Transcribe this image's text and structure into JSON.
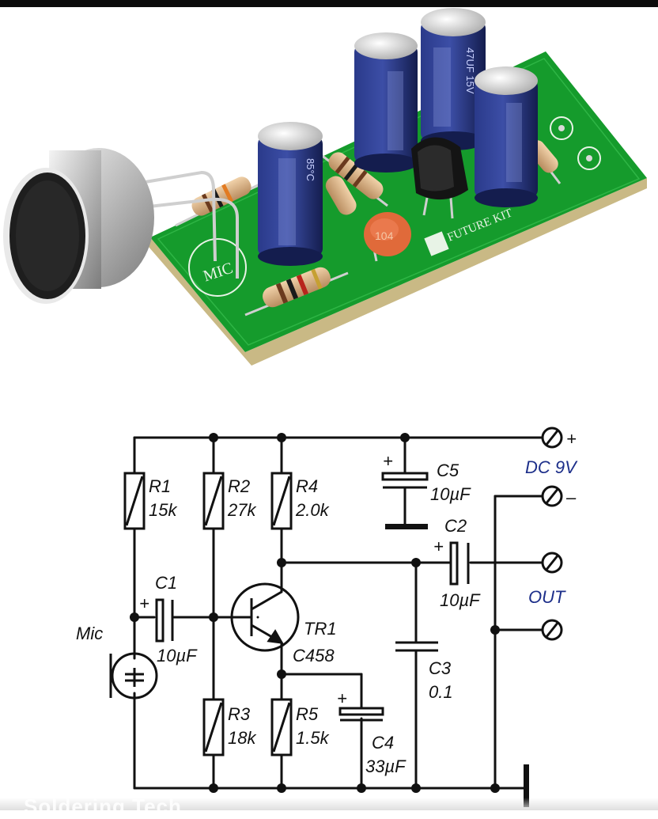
{
  "photo": {
    "pcb_label": "FUTURE KIT",
    "mic_label": "MIC",
    "cap_marking": "85°C",
    "cap_rating": "47UF 15V",
    "disc_cap_marking": "104"
  },
  "schematic": {
    "mic": "Mic",
    "r1": {
      "name": "R1",
      "value": "15k"
    },
    "r2": {
      "name": "R2",
      "value": "27k"
    },
    "r3": {
      "name": "R3",
      "value": "18k"
    },
    "r4": {
      "name": "R4",
      "value": "2.0k"
    },
    "r5": {
      "name": "R5",
      "value": "1.5k"
    },
    "c1": {
      "name": "C1",
      "value": "10µF"
    },
    "c2": {
      "name": "C2",
      "value": "10µF"
    },
    "c3": {
      "name": "C3",
      "value": "0.1"
    },
    "c4": {
      "name": "C4",
      "value": "33µF"
    },
    "c5": {
      "name": "C5",
      "value": "10µF"
    },
    "tr1": {
      "name": "TR1",
      "value": "C458"
    },
    "supply": "DC 9V",
    "output": "OUT",
    "plus": "+",
    "minus": "–"
  },
  "watermark": "Soldering Tech",
  "colors": {
    "pcb": "#159b2c",
    "capacitor": "#1d2b6b",
    "wire": "#111111",
    "terminal_label": "#1d2f8a"
  }
}
